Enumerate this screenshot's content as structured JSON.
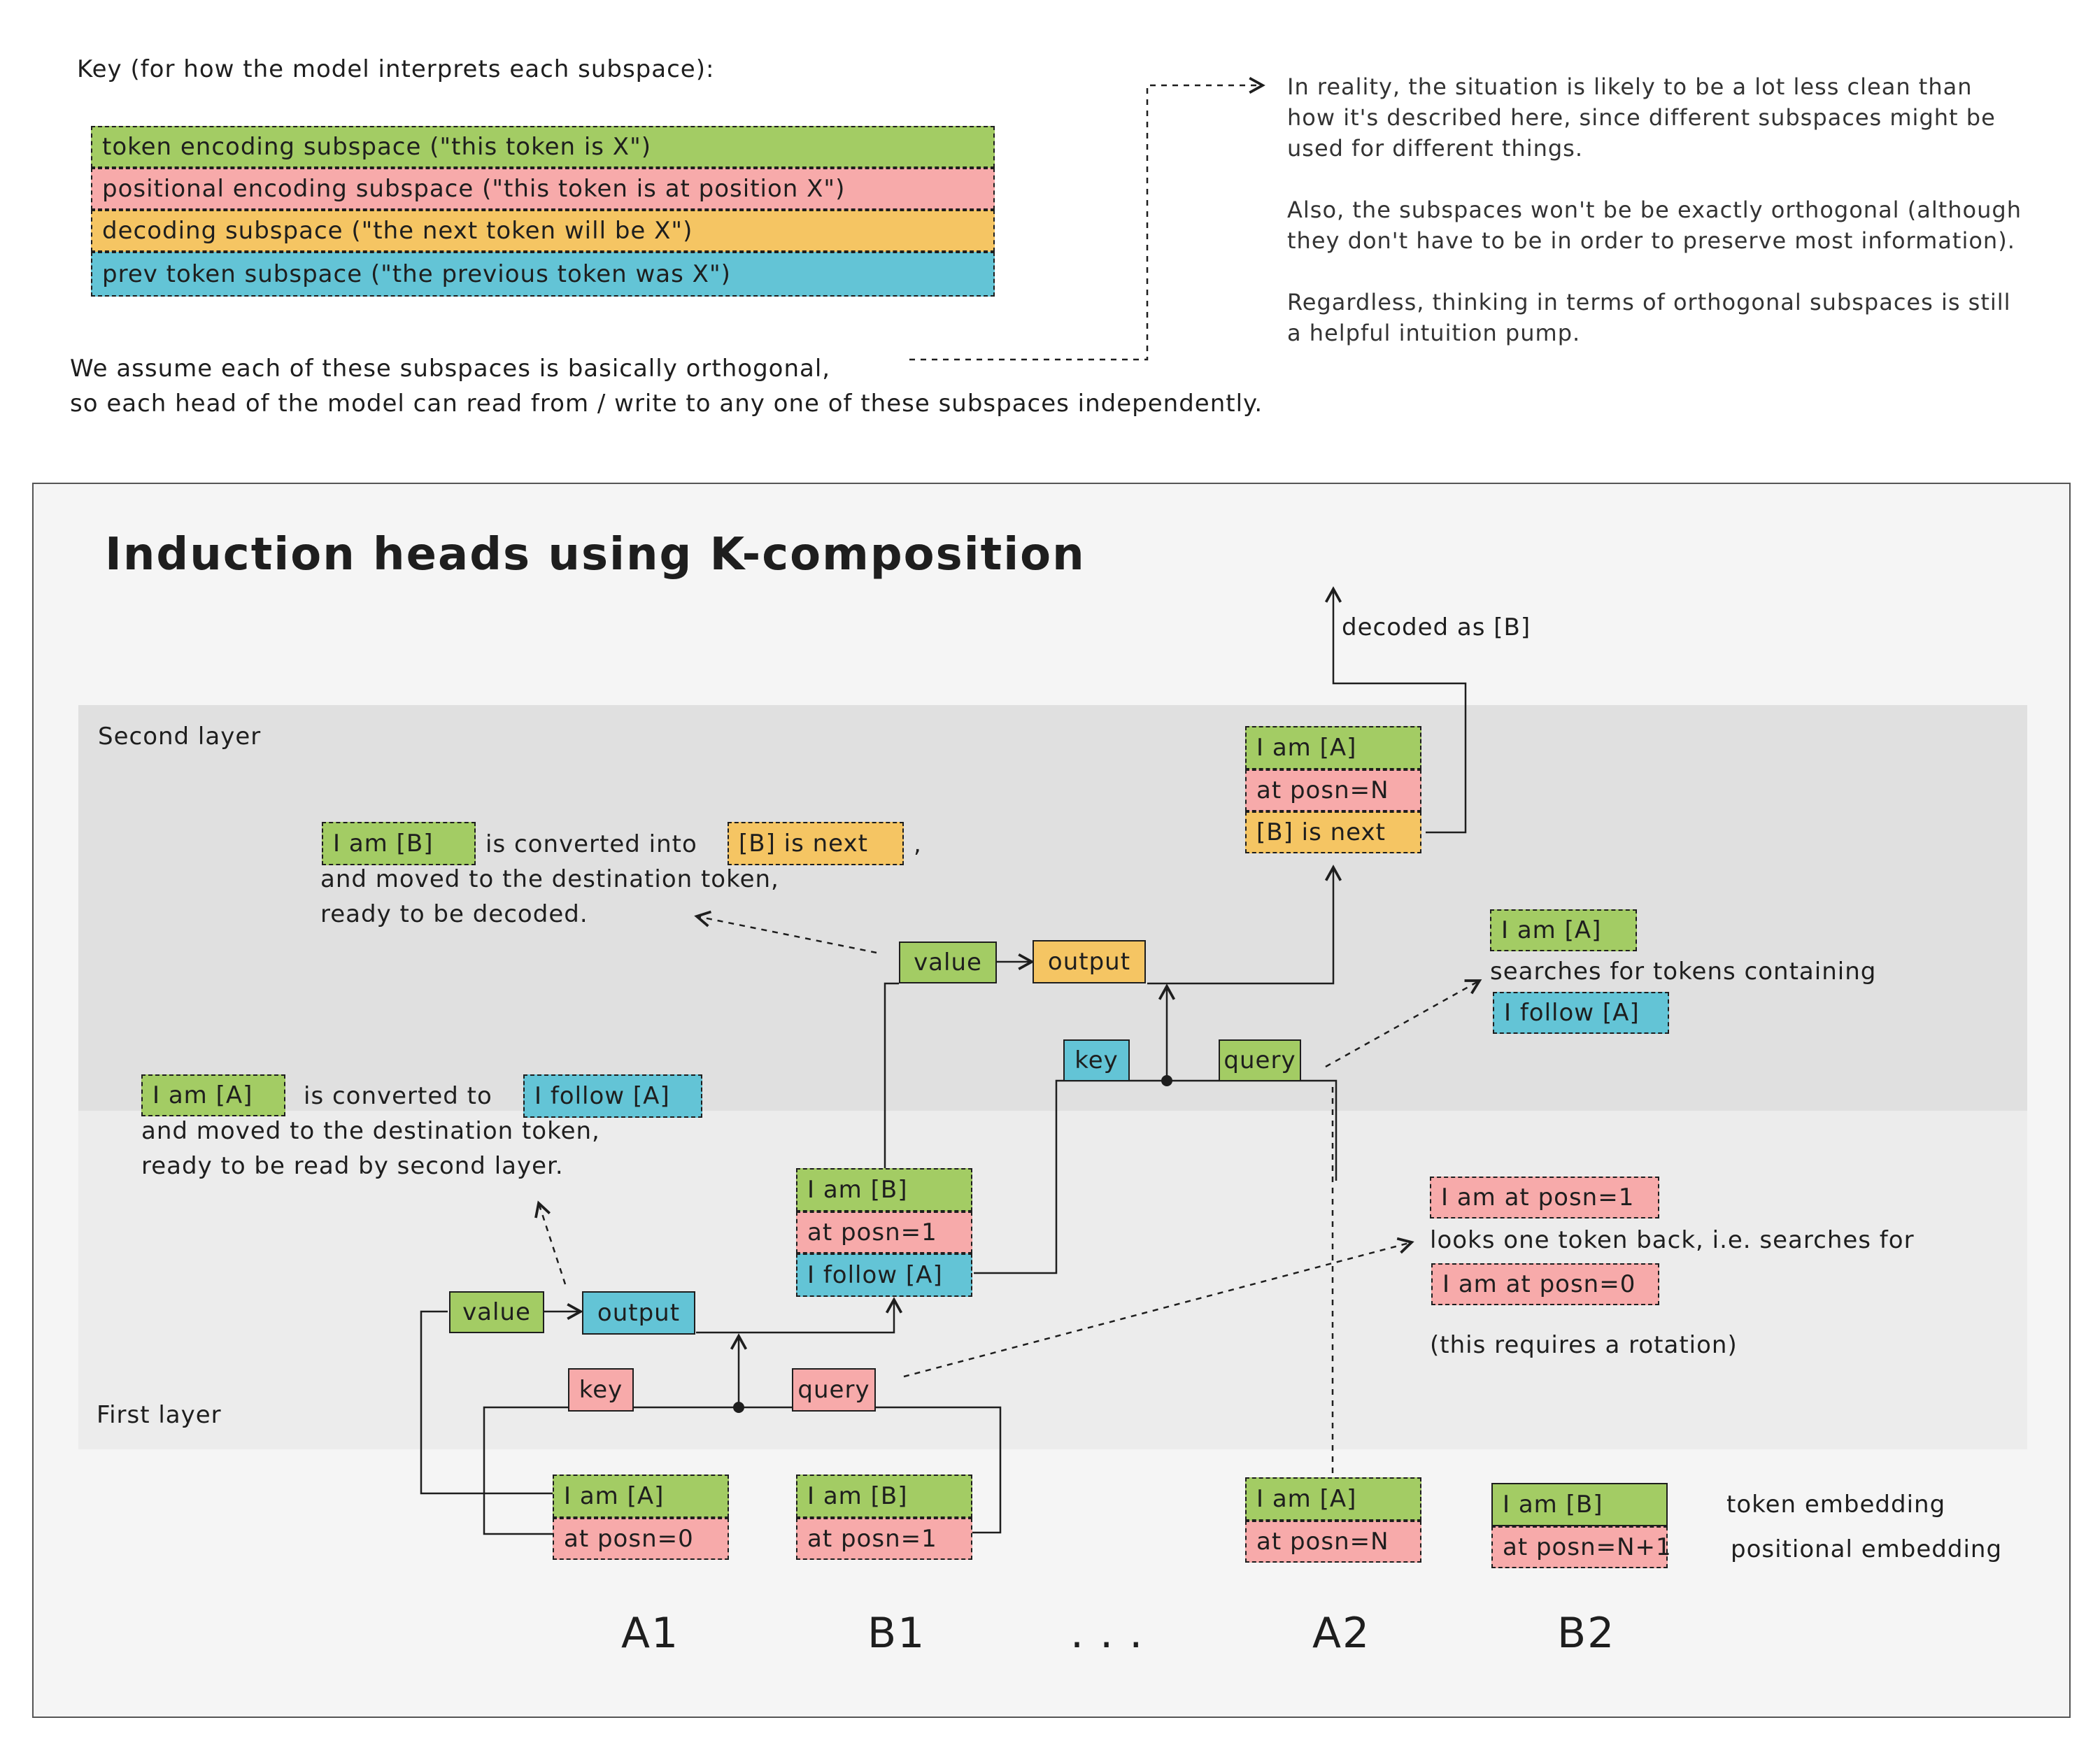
{
  "colors": {
    "green": "#a3cc64",
    "pink": "#f7aaaa",
    "yellow": "#f5c563",
    "blue": "#63c4d6",
    "panel": "#f5f5f5",
    "second_layer_band": "#e0e0e0",
    "first_layer_band": "#ececec"
  },
  "key": {
    "heading": "Key (for how the model interprets each subspace):",
    "items": [
      {
        "label": "token encoding subspace (\"this token is X\")",
        "color": "green"
      },
      {
        "label": "positional encoding subspace (\"this token is at position X\")",
        "color": "pink"
      },
      {
        "label": "decoding subspace (\"the next token will be X\")",
        "color": "yellow"
      },
      {
        "label": "prev token subspace (\"the previous token was X\")",
        "color": "blue"
      }
    ],
    "assumption_line1": "We assume each of these subspaces is basically orthogonal,",
    "assumption_line2": "so each head of the model can read from / write to any one of these subspaces independently."
  },
  "note": {
    "p1_l1": "In reality, the situation is likely to be a lot less clean than",
    "p1_l2": "how it's described here, since different subspaces might be",
    "p1_l3": "used for different things.",
    "p2_l1": "Also, the subspaces won't be be exactly orthogonal (although",
    "p2_l2": "they don't have to be in order to preserve most information).",
    "p3_l1": "Regardless, thinking in terms of orthogonal subspaces is still",
    "p3_l2": "a helpful intuition pump."
  },
  "diagram": {
    "title": "Induction heads using K-composition",
    "second_layer_label": "Second layer",
    "first_layer_label": "First layer",
    "decoded_label": "decoded as [B]",
    "tokens": [
      "A1",
      "B1",
      ". . .",
      "A2",
      "B2"
    ],
    "embedding_labels": {
      "token": "token embedding",
      "positional": "positional embedding"
    },
    "a1": {
      "token": "I am [A]",
      "pos": "at posn=0"
    },
    "b1": {
      "token": "I am [B]",
      "pos": "at posn=1"
    },
    "a2": {
      "token": "I am [A]",
      "pos": "at posn=N"
    },
    "b2": {
      "token": "I am [B]",
      "pos": "at posn=N+1"
    },
    "b1_after_l1": {
      "token": "I am [B]",
      "pos": "at posn=1",
      "prev": "I follow [A]"
    },
    "a2_after_l2": {
      "token": "I am [A]",
      "pos": "at posn=N",
      "decode": "[B] is next"
    },
    "head_labels": {
      "value": "value",
      "output": "output",
      "key": "key",
      "query": "query"
    },
    "l1_note": {
      "box1": "I am [A]",
      "mid": "is converted to",
      "box2": "I follow [A]",
      "line2": "and moved to the destination token,",
      "line3": "ready to be read by second layer."
    },
    "l2_note": {
      "box1": "I am [B]",
      "mid": "is converted into",
      "box2": "[B] is next",
      "comma": ",",
      "line2": "and moved to the destination token,",
      "line3": "ready to be decoded."
    },
    "l1_query_note": {
      "box1": "I am at posn=1",
      "line2": "looks one token back, i.e. searches for",
      "box2": "I am at posn=0",
      "line4": "(this requires a rotation)"
    },
    "l2_query_note": {
      "box1": "I am [A]",
      "line2": "searches for tokens containing",
      "box2": "I follow [A]"
    }
  }
}
